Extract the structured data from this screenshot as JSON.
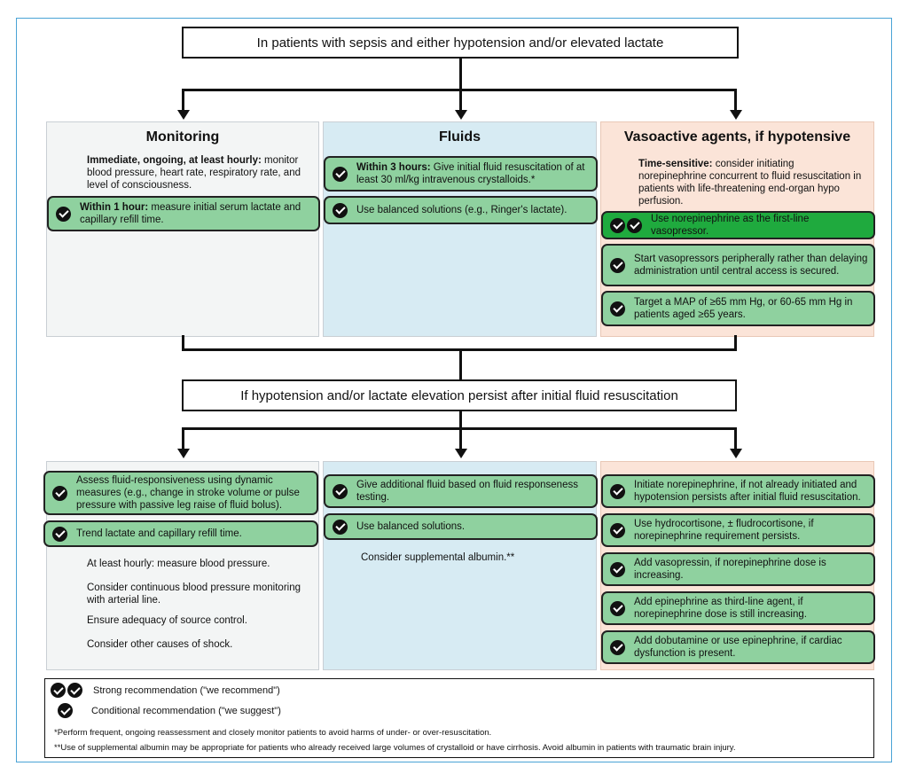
{
  "top_box": "In patients with sepsis and either hypotension and/or elevated lactate",
  "mid_box": "If hypotension and/or lactate elevation persist after initial fluid resuscitation",
  "columns": {
    "monitoring": {
      "title": "Monitoring",
      "intro_bold": "Immediate, ongoing, at least hourly:",
      "intro_rest": " monitor blood pressure, heart rate, respiratory rate, and level of consciousness.",
      "rec1_bold": "Within 1 hour:",
      "rec1_rest": " measure initial serum lactate and capillary refill time."
    },
    "fluids": {
      "title": "Fluids",
      "rec1_bold": "Within 3 hours:",
      "rec1_rest": " Give initial fluid resuscitation of at least 30 ml/kg intravenous crystalloids.*",
      "rec2": "Use balanced solutions (e.g., Ringer's lactate)."
    },
    "vaso": {
      "title": "Vasoactive agents, if hypotensive",
      "intro_bold": "Time-sensitive:",
      "intro_rest": " consider initiating norepinephrine concurrent to fluid resuscitation in patients with life-threatening end-organ hypo perfusion.",
      "rec1": "Use norepinephrine as the first-line vasopressor.",
      "rec2": "Start vasopressors peripherally rather than delaying administration until central access is secured.",
      "rec3": "Target a MAP of ≥65 mm Hg, or 60-65 mm Hg in patients aged ≥65 years."
    }
  },
  "lower": {
    "monitoring": {
      "rec1": "Assess fluid-responsiveness using dynamic measures (e.g., change in stroke volume or pulse pressure with passive leg raise of fluid bolus).",
      "rec2": "Trend lactate and capillary refill time.",
      "plain1": "At least hourly: measure blood pressure.",
      "plain2": "Consider continuous blood pressure monitoring with arterial line.",
      "plain3": "Ensure adequacy of source control.",
      "plain4": "Consider other causes of shock."
    },
    "fluids": {
      "rec1": "Give additional fluid based on fluid responseness testing.",
      "rec2": "Use balanced solutions.",
      "plain1": "Consider supplemental albumin.**"
    },
    "vaso": {
      "rec1": "Initiate norepinephrine, if not already initiated and hypotension persists after initial fluid resuscitation.",
      "rec2": "Use hydrocortisone, ± fludrocortisone, if norepinephrine requirement persists.",
      "rec3": "Add vasopressin, if norepinephrine dose is increasing.",
      "rec4": "Add epinephrine as third-line agent, if norepinephrine dose is still increasing.",
      "rec5": "Add dobutamine or use epinephrine, if cardiac dysfunction is present."
    }
  },
  "legend": {
    "strong": "Strong recommendation (\"we recommend\")",
    "conditional": "Conditional recommendation (\"we suggest\")",
    "foot1": "*Perform frequent, ongoing reassessment and closely monitor patients to avoid harms of under- or over-resuscitation.",
    "foot2": "**Use of supplemental albumin may be appropriate for patients who already received large volumes of crystalloid or have cirrhosis. Avoid albumin in patients with traumatic brain injury."
  },
  "colors": {
    "frame": "#4aa3d6",
    "rec_conditional": "#8fd19f",
    "rec_strong": "#1faa3e",
    "col_monitoring": "#f3f5f5",
    "col_fluids": "#d7ebf3",
    "col_vaso": "#fbe4d8"
  }
}
